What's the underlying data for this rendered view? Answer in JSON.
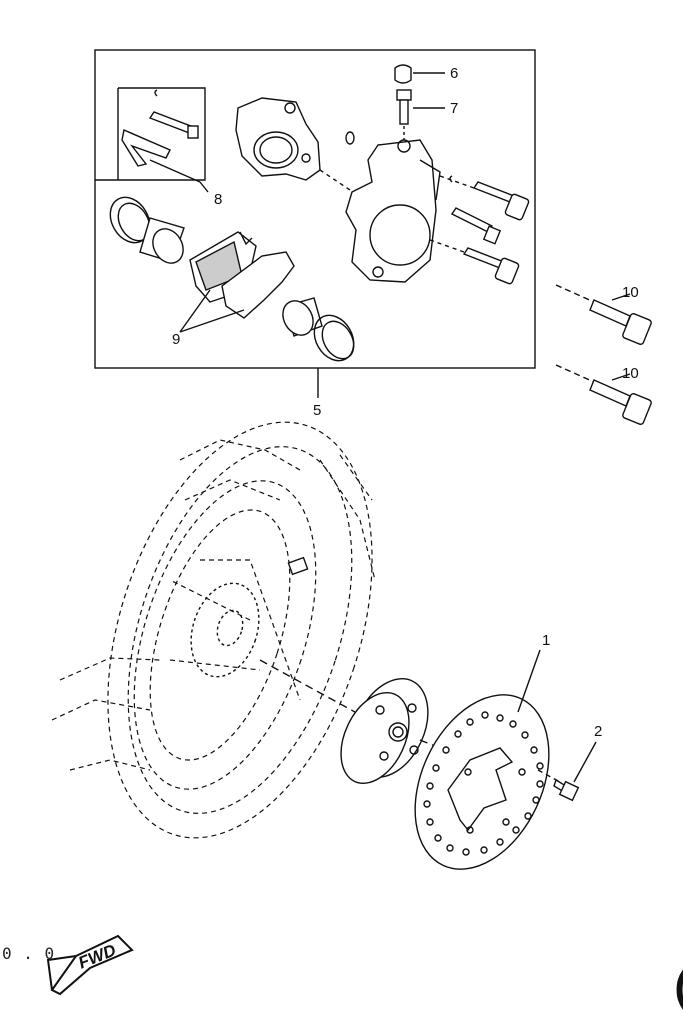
{
  "diagram": {
    "callouts": [
      {
        "id": "c1",
        "text": "1"
      },
      {
        "id": "c2",
        "text": "2"
      },
      {
        "id": "c5",
        "text": "5"
      },
      {
        "id": "c6",
        "text": "6"
      },
      {
        "id": "c7",
        "text": "7"
      },
      {
        "id": "c8",
        "text": "8"
      },
      {
        "id": "c9",
        "text": "9"
      },
      {
        "id": "c10a",
        "text": "10"
      },
      {
        "id": "c10b",
        "text": "10"
      }
    ],
    "fwd_label": "FWD",
    "page_code_fragment": "0 . 0",
    "corner_glyph": "("
  }
}
